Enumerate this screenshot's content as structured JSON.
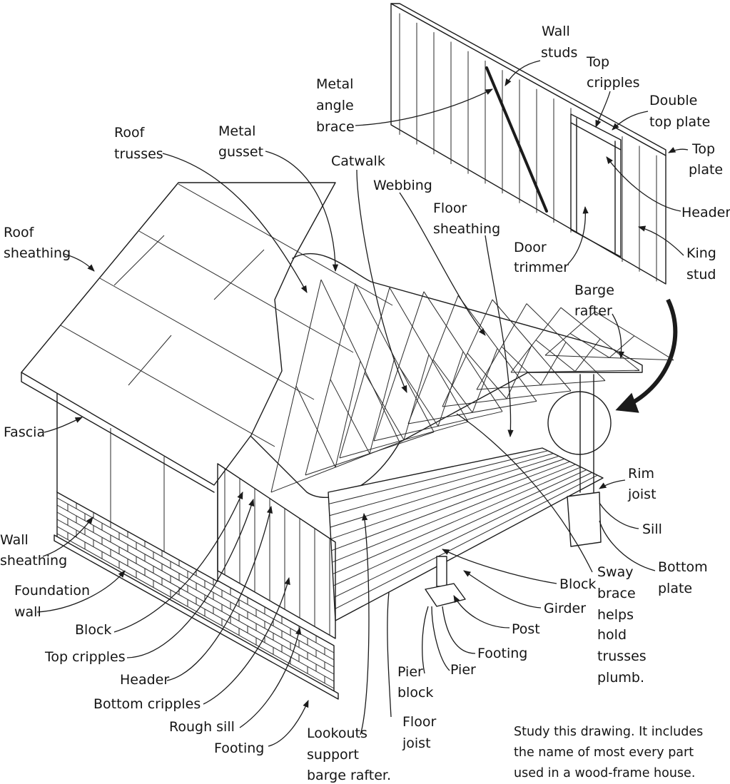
{
  "labels": {
    "wall_studs_1": "Wall",
    "wall_studs_2": "studs",
    "top_cripples_upper_1": "Top",
    "top_cripples_upper_2": "cripples",
    "metal_angle_brace_1": "Metal",
    "metal_angle_brace_2": "angle",
    "metal_angle_brace_3": "brace",
    "double_top_plate_1": "Double",
    "double_top_plate_2": "top plate",
    "top_plate_1": "Top",
    "top_plate_2": "plate",
    "roof_trusses_1": "Roof",
    "roof_trusses_2": "trusses",
    "metal_gusset_1": "Metal",
    "metal_gusset_2": "gusset",
    "catwalk": "Catwalk",
    "webbing": "Webbing",
    "floor_sheathing_1": "Floor",
    "floor_sheathing_2": "sheathing",
    "header_upper": "Header",
    "roof_sheathing_1": "Roof",
    "roof_sheathing_2": "sheathing",
    "door_trimmer_1": "Door",
    "door_trimmer_2": "trimmer",
    "king_stud_1": "King",
    "king_stud_2": "stud",
    "barge_rafter_1": "Barge",
    "barge_rafter_2": "rafter",
    "fascia": "Fascia",
    "rim_joist_1": "Rim",
    "rim_joist_2": "joist",
    "wall_sheathing_1": "Wall",
    "wall_sheathing_2": "sheathing",
    "sill": "Sill",
    "bottom_plate_1": "Bottom",
    "bottom_plate_2": "plate",
    "foundation_wall_1": "Foundation",
    "foundation_wall_2": "wall",
    "block_right": "Block",
    "sway_brace_1": "Sway",
    "sway_brace_2": "brace",
    "sway_brace_3": "helps",
    "sway_brace_4": "hold",
    "sway_brace_5": "trusses",
    "sway_brace_6": "plumb.",
    "girder": "Girder",
    "block_left": "Block",
    "post": "Post",
    "top_cripples_lower": "Top cripples",
    "footing_right": "Footing",
    "pier": "Pier",
    "header_lower": "Header",
    "pier_block_1": "Pier",
    "pier_block_2": "block",
    "bottom_cripples": "Bottom cripples",
    "rough_sill": "Rough sill",
    "floor_joist_1": "Floor",
    "floor_joist_2": "joist",
    "footing_left": "Footing",
    "lookouts_1": "Lookouts",
    "lookouts_2": "support",
    "lookouts_3": "barge rafter.",
    "note_1": "Study this drawing. It includes",
    "note_2": "the name of most every part",
    "note_3": "used in a wood-frame house."
  },
  "colors": {
    "ink": "#141414",
    "paper": "#ffffff",
    "shade": "#d8d8d8"
  }
}
